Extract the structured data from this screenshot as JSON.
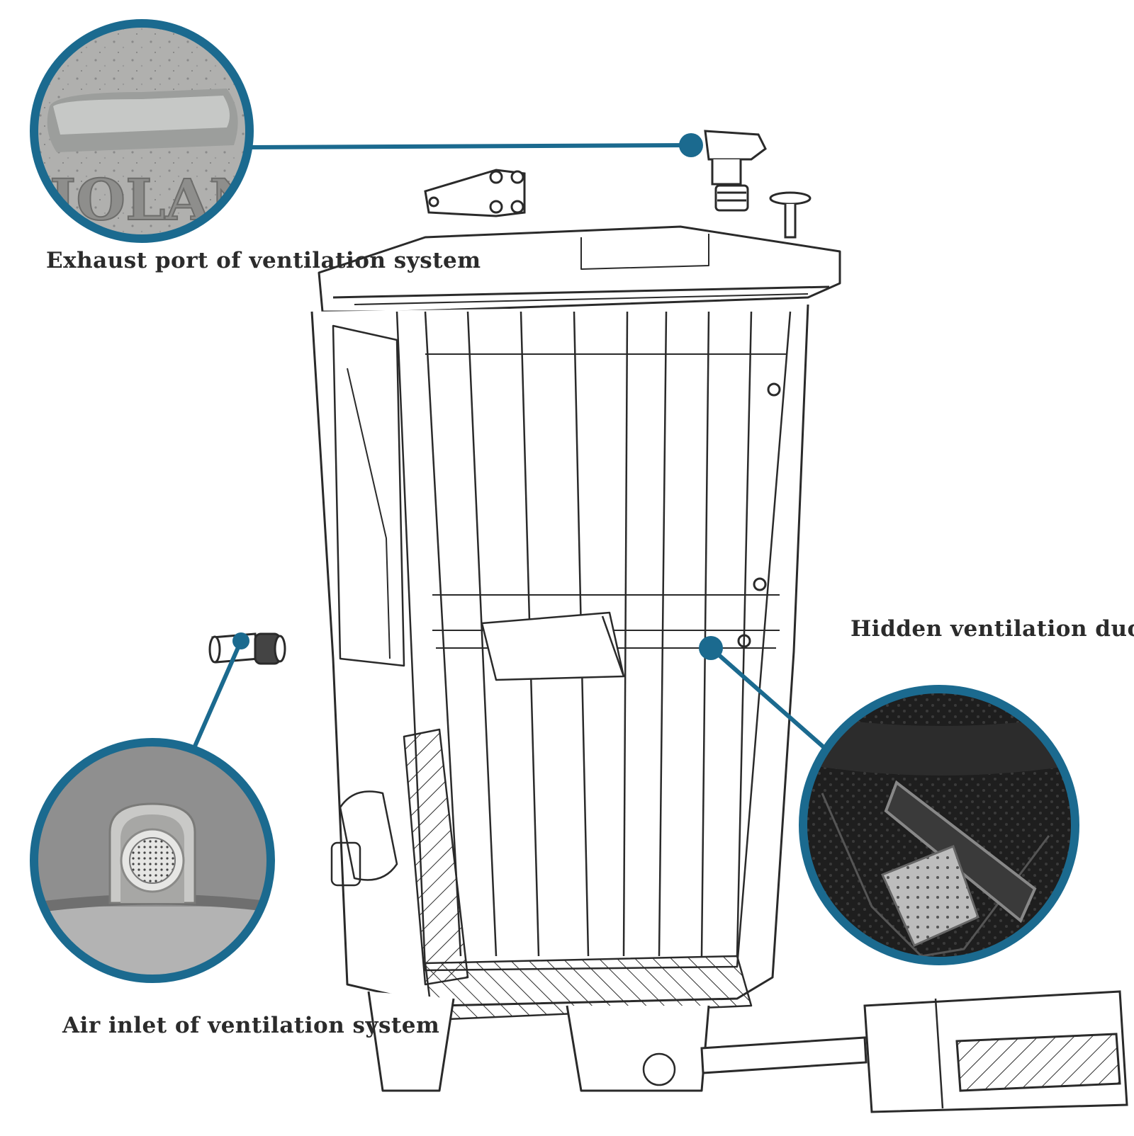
{
  "labels": {
    "exhaust": "Exhaust port of ventilation system",
    "duct": "Hidden ventilation duct",
    "inlet": "Air inlet of ventilation system"
  },
  "colors": {
    "callout_blue": "#1b6a8f",
    "line_art": "#2a2a2a",
    "background": "#ffffff"
  },
  "icons": {
    "exhaust_detail": "exhaust-port-photo",
    "duct_detail": "duct-photo",
    "inlet_detail": "air-inlet-photo"
  }
}
